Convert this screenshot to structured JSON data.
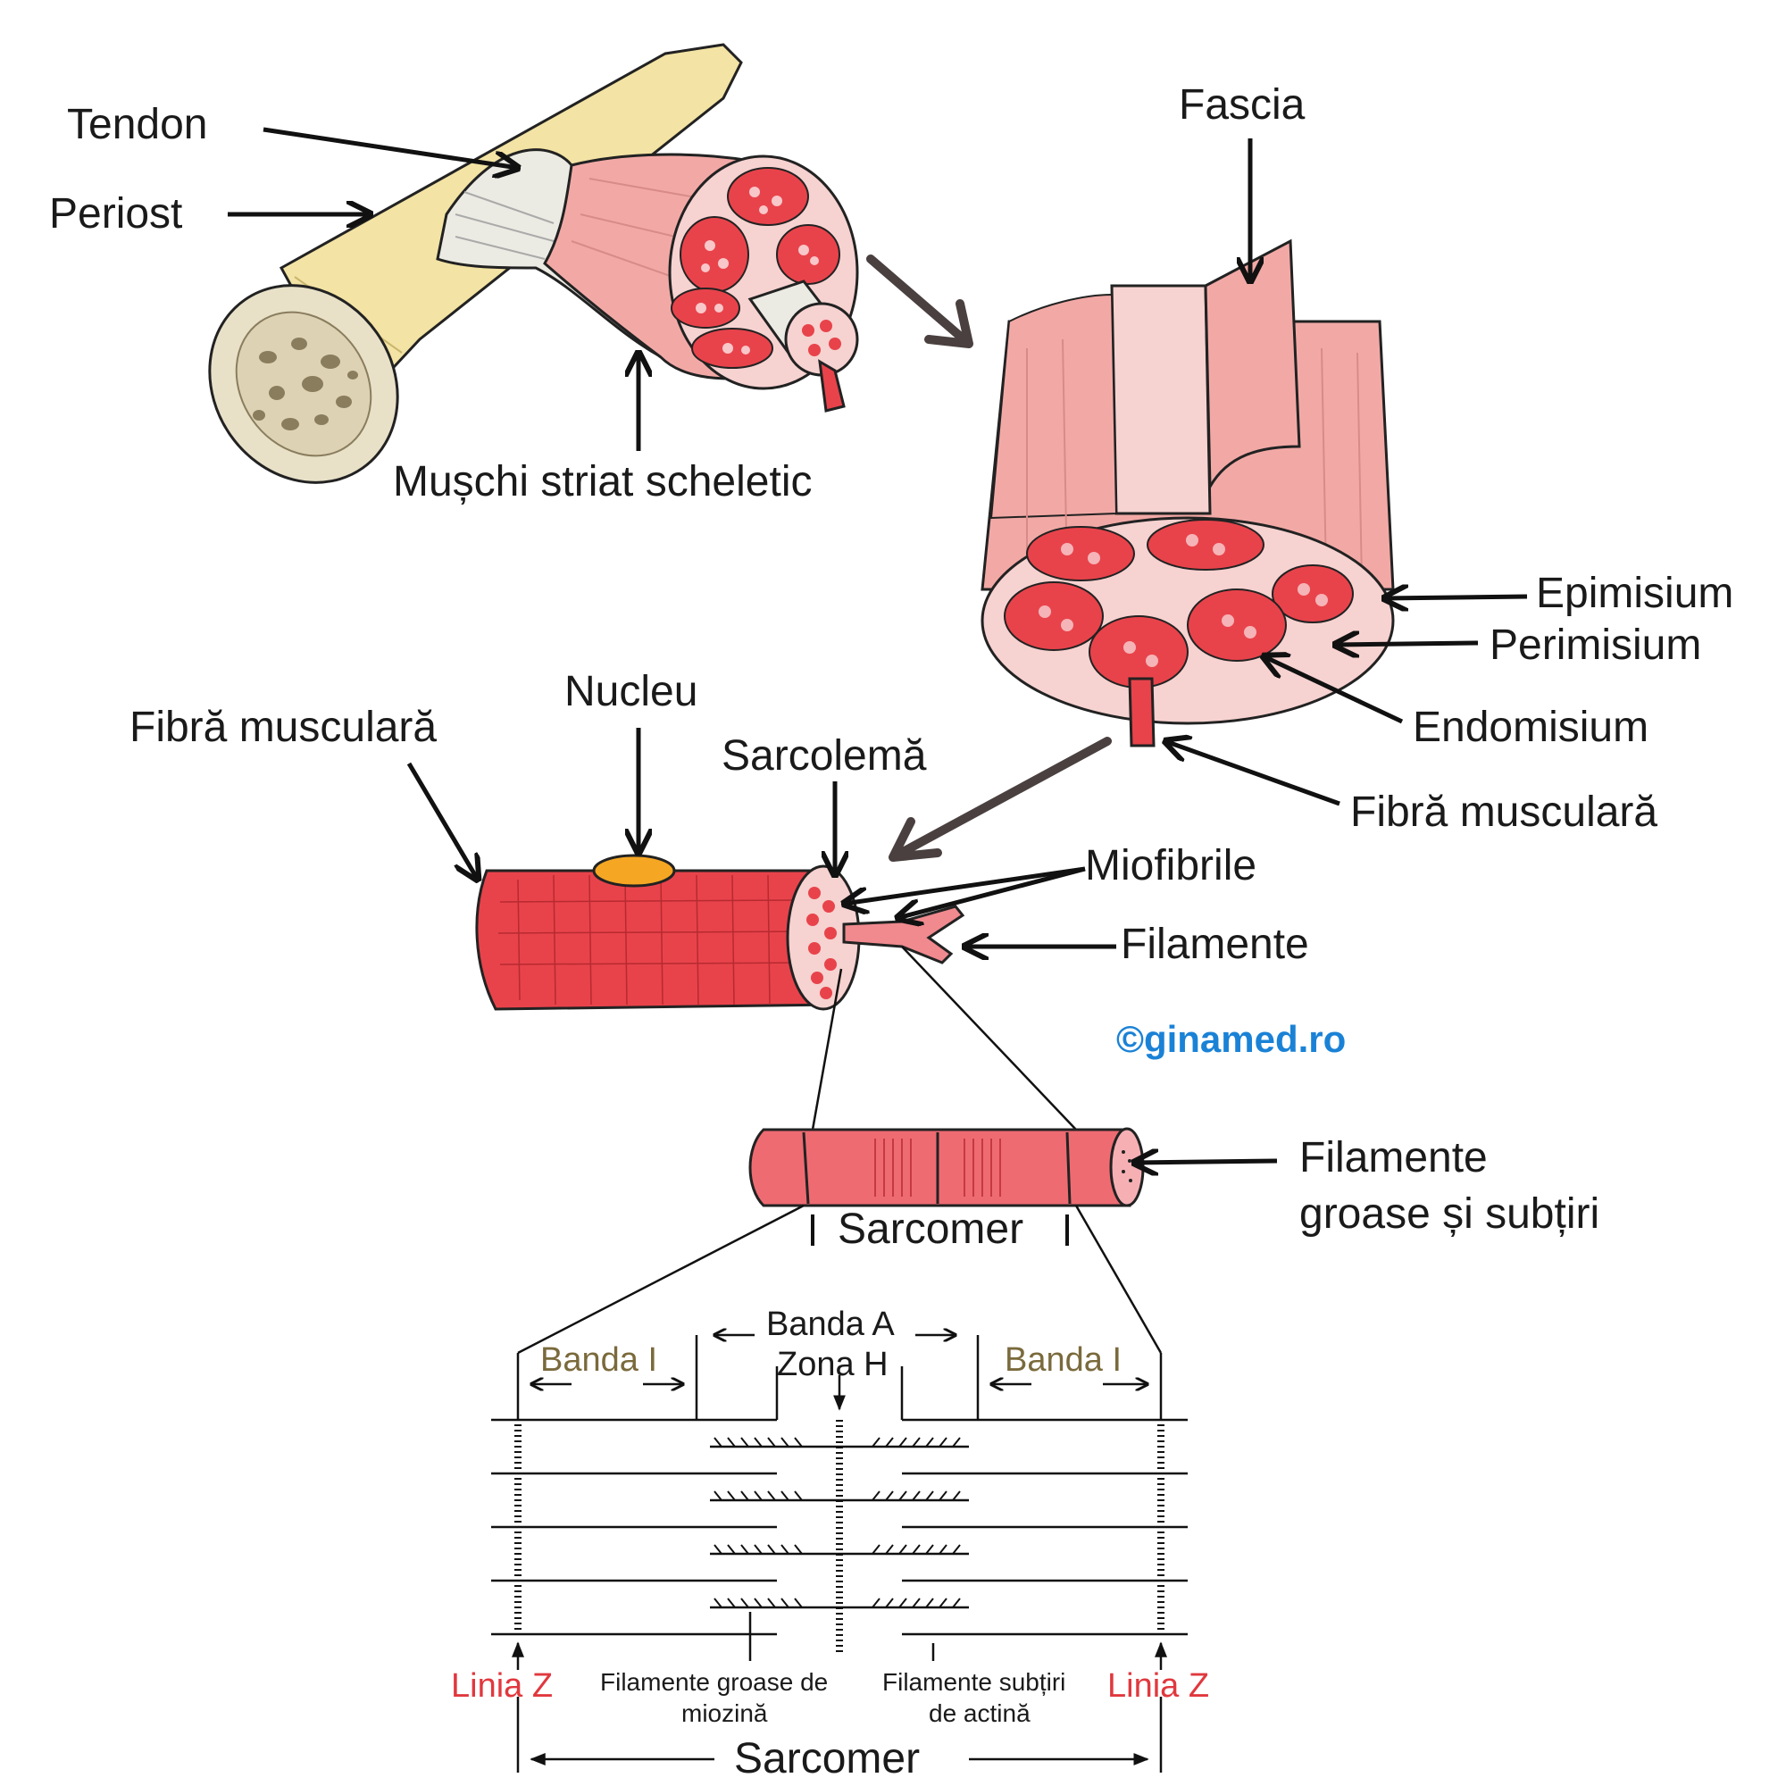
{
  "labels": {
    "tendon": "Tendon",
    "periost": "Periost",
    "muschi": "Mușchi striat scheletic",
    "fascia": "Fascia",
    "epimisium": "Epimisium",
    "perimisium": "Perimisium",
    "endomisium": "Endomisium",
    "fibra_right": "Fibră musculară",
    "fibra_left": "Fibră musculară",
    "nucleu": "Nucleu",
    "sarcolema": "Sarcolemă",
    "miofibrile": "Miofibrile",
    "filamente": "Filamente",
    "copyright": "©ginamed.ro",
    "filamente_gs_1": "Filamente",
    "filamente_gs_2": "groase și subțiri",
    "sarcomer_mid": "Sarcomer",
    "banda_a": "Banda A",
    "zona_h": "Zona H",
    "banda_i_left": "Banda I",
    "banda_i_right": "Banda I",
    "linia_z_left": "Linia Z",
    "linia_z_right": "Linia Z",
    "miozina_1": "Filamente groase de",
    "miozina_2": "miozină",
    "actina_1": "Filamente subțiri",
    "actina_2": "de actină",
    "sarcomer_bottom": "Sarcomer"
  },
  "colors": {
    "bone": "#f3e3a4",
    "bone_end": "#e8e1c8",
    "muscle": "#f2a9a6",
    "muscle_light": "#f6d2d0",
    "fiber": "#e8434b",
    "nucleus": "#f5a623",
    "sarcomere": "#ef6b72"
  }
}
